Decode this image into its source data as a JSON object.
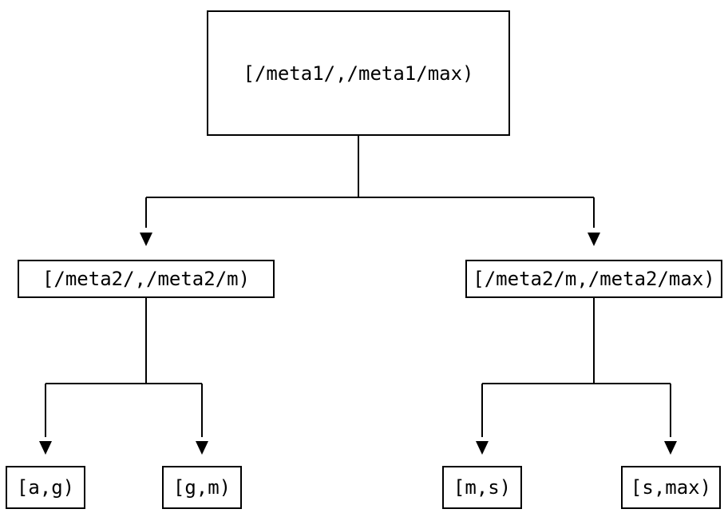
{
  "colors": {
    "background": "#ffffff",
    "line": "#000000",
    "text": "#000000"
  },
  "nodes": {
    "root": "[/meta1/,/meta1/max)",
    "meta2_low": "[/meta2/,/meta2/m)",
    "meta2_high": "[/meta2/m,/meta2/max)",
    "leaf_ag": "[a,g)",
    "leaf_gm": "[g,m)",
    "leaf_ms": "[m,s)",
    "leaf_smax": "[s,max)"
  }
}
